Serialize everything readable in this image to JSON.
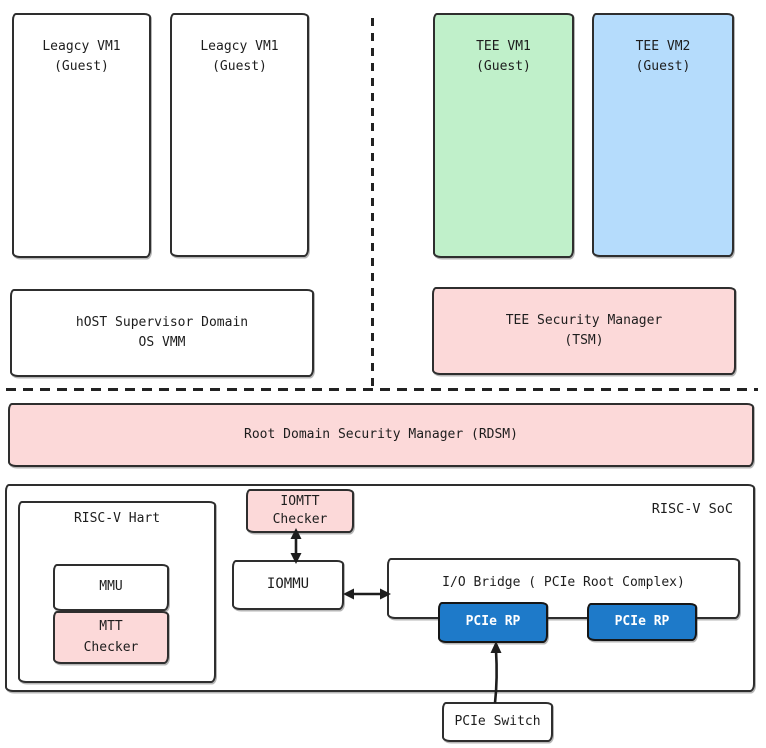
{
  "colors": {
    "tee_vm1_green": "#c0f0ca",
    "tee_vm2_blue": "#b5dcfc",
    "security_pink": "#fcd9d9",
    "pcie_rp_blue": "#1e7ac9",
    "stroke": "#2e2e2e"
  },
  "normal_world": {
    "legacy_vm_a": {
      "title": "Leagcy VM1",
      "subtitle": "(Guest)"
    },
    "legacy_vm_b": {
      "title": "Leagcy VM1",
      "subtitle": "(Guest)"
    },
    "host_domain": {
      "line1": "hOST Supervisor Domain",
      "line2": "OS VMM"
    }
  },
  "tee_world": {
    "tee_vm1": {
      "title": "TEE VM1",
      "subtitle": "(Guest)"
    },
    "tee_vm2": {
      "title": "TEE VM2",
      "subtitle": "(Guest)"
    },
    "tsm": {
      "line1": "TEE Security Manager",
      "line2": "(TSM)"
    }
  },
  "rdsm": {
    "label": "Root Domain Security Manager (RDSM)"
  },
  "soc": {
    "label": "RISC-V SoC",
    "hart": {
      "label": "RISC-V Hart",
      "mmu": {
        "label": "MMU"
      },
      "mtt_checker": {
        "line1": "MTT",
        "line2": "Checker"
      }
    },
    "iomtt_checker": {
      "line1": "IOMTT",
      "line2": "Checker"
    },
    "iommu": {
      "label": "IOMMU"
    },
    "io_bridge": {
      "label": "I/O Bridge ( PCIe Root Complex)"
    },
    "pcie_rp_left": {
      "label": "PCIe RP"
    },
    "pcie_rp_right": {
      "label": "PCIe RP"
    }
  },
  "pcie_switch": {
    "label": "PCIe Switch"
  }
}
